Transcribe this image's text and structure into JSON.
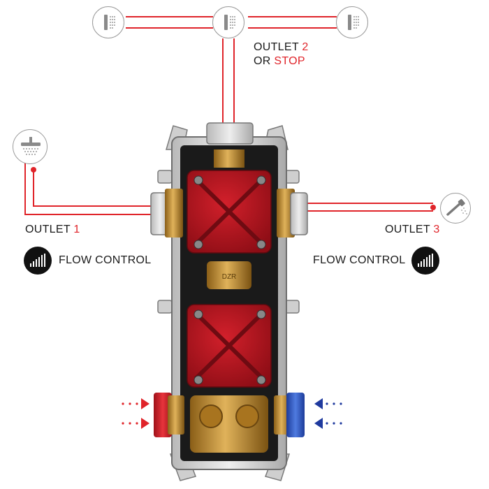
{
  "outlets": {
    "outlet1": {
      "prefix": "OUTLET ",
      "number": "1"
    },
    "outlet2": {
      "prefix": "OUTLET ",
      "number": "2",
      "or": "OR ",
      "stop": "STOP"
    },
    "outlet3": {
      "prefix": "OUTLET ",
      "number": "3"
    }
  },
  "flow_control": {
    "left_label": "FLOW CONTROL",
    "right_label": "FLOW CONTROL"
  },
  "icons": {
    "top_left": "shower-head-side-icon",
    "top_center": "shower-head-side-icon",
    "top_right": "shower-head-side-icon",
    "left": "rain-shower-head-icon",
    "right": "hand-shower-icon",
    "flow_badge": "flow-control-bars-icon"
  },
  "colors": {
    "pipe": "#e0242a",
    "accent_text": "#e0242a",
    "hot_arrows": "#e0242a",
    "cold_arrows": "#1f3a9e",
    "body_red": "#b3121c",
    "brass": "#c28a2e"
  }
}
